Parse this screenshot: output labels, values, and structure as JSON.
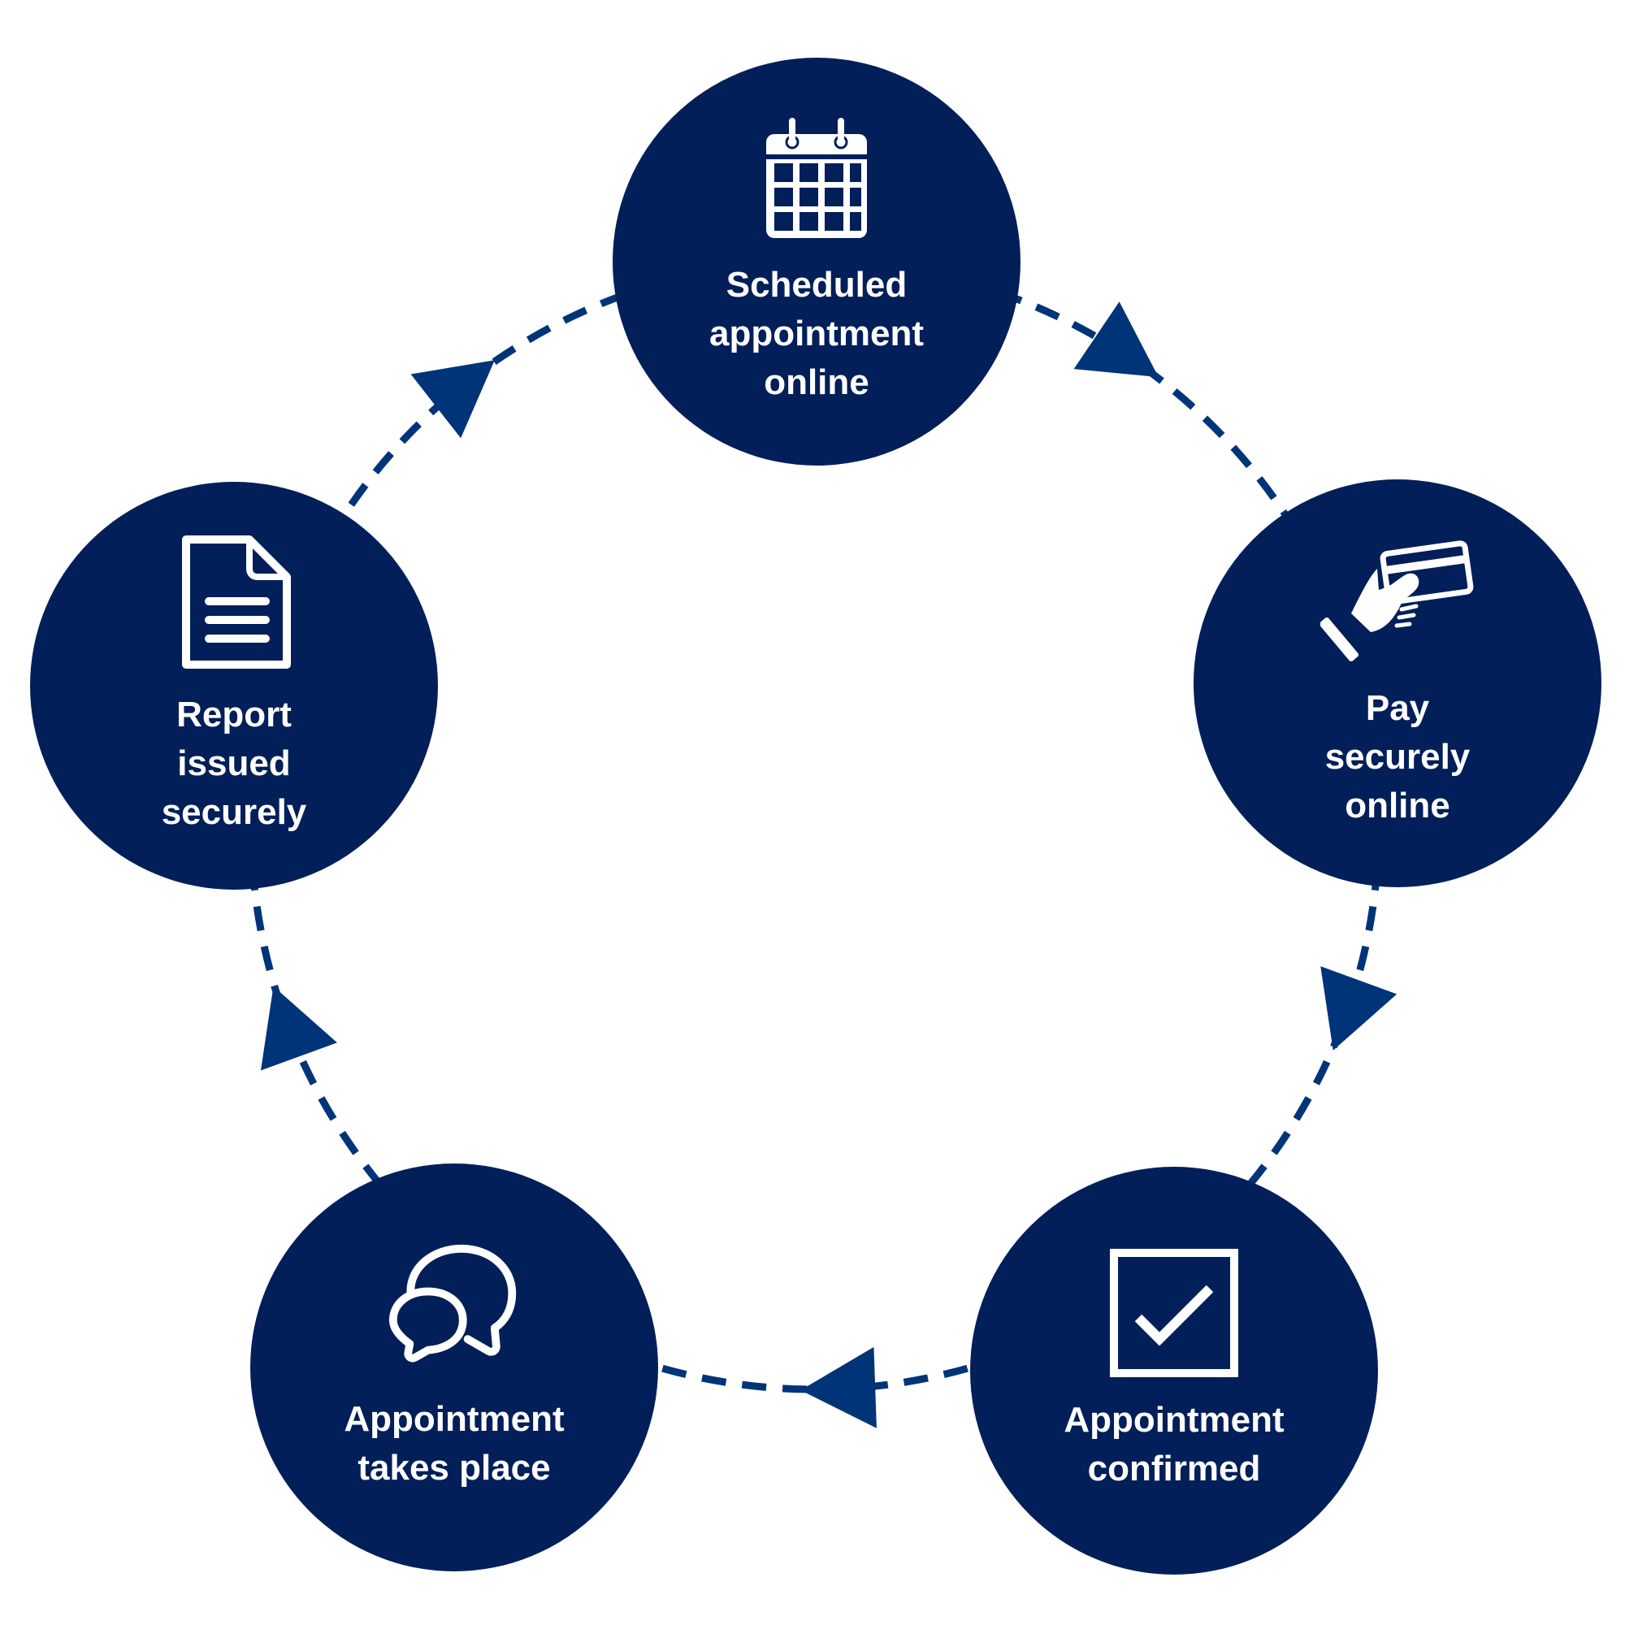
{
  "colors": {
    "node_fill": "#021f59",
    "arrow": "#003478",
    "icon": "#ffffff",
    "background": "#ffffff"
  },
  "flow": {
    "direction": "clockwise",
    "steps": [
      {
        "id": "scheduled",
        "icon": "calendar-icon",
        "label_lines": [
          "Scheduled",
          "appointment",
          "online"
        ]
      },
      {
        "id": "pay",
        "icon": "hand-credit-card-icon",
        "label_lines": [
          "Pay",
          "securely",
          "online"
        ]
      },
      {
        "id": "confirmed",
        "icon": "checkbox-checked-icon",
        "label_lines": [
          "Appointment",
          "confirmed"
        ]
      },
      {
        "id": "takes-place",
        "icon": "speech-bubbles-icon",
        "label_lines": [
          "Appointment",
          "takes place"
        ]
      },
      {
        "id": "report",
        "icon": "document-icon",
        "label_lines": [
          "Report",
          "issued",
          "securely"
        ]
      }
    ]
  }
}
